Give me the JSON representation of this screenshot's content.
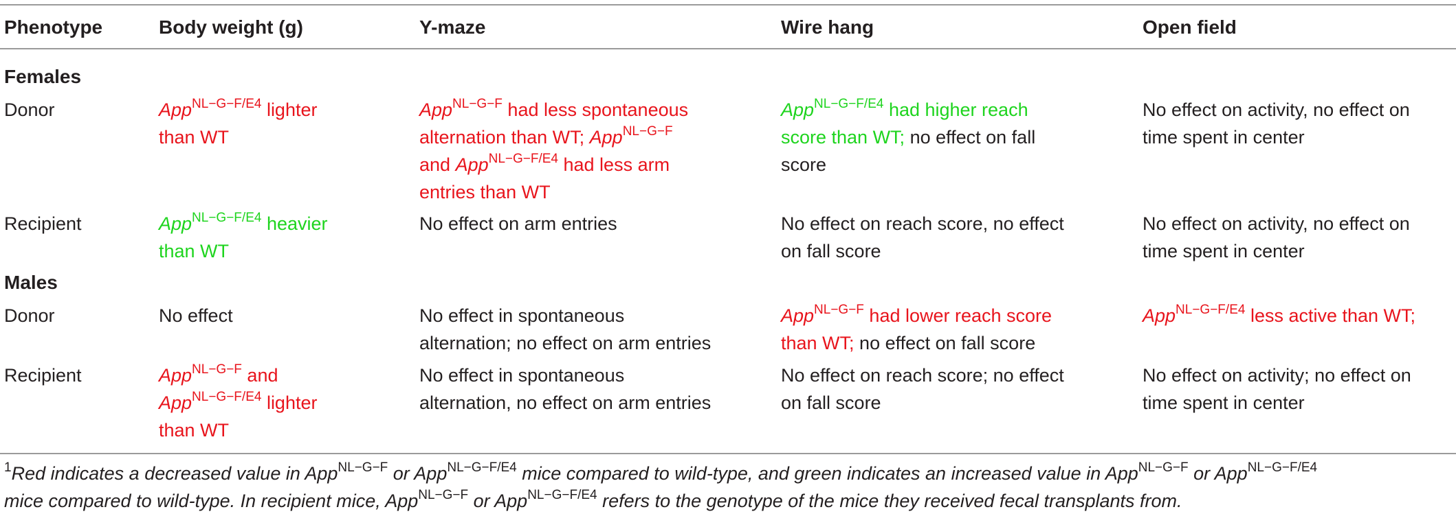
{
  "table": {
    "headers": [
      "Phenotype",
      "Body weight (g)",
      "Y-maze",
      "Wire hang",
      "Open field"
    ],
    "groups": {
      "females": "Females",
      "males": "Males"
    },
    "gene": "App",
    "sup_ngf": "NL−G−F",
    "sup_ngf_e4": "NL−G−F/E4",
    "rows": {
      "f_donor": {
        "label": "Donor",
        "bw_l1_b": " lighter",
        "bw_l2": "than WT",
        "ym_l1_b": " had less spontaneous",
        "ym_l2_a": "alternation than WT; ",
        "ym_l3_a": "and ",
        "ym_l3_c": " had less arm",
        "ym_l4": "entries than WT",
        "wh_l1_b": " had higher reach",
        "wh_l2_a": "score than WT;",
        "wh_l2_b": " no effect on fall",
        "wh_l3": "score",
        "of_l1": "No effect on activity, no effect on",
        "of_l2": "time spent in center"
      },
      "f_recipient": {
        "label": "Recipient",
        "bw_l1_b": " heavier",
        "bw_l2": "than WT",
        "ym_l1": "No effect on arm entries",
        "wh_l1": "No effect on reach score, no effect",
        "wh_l2": "on fall score",
        "of_l1": "No effect on activity, no effect on",
        "of_l2": "time spent in center"
      },
      "m_donor": {
        "label": "Donor",
        "bw_l1": "No effect",
        "ym_l1": "No effect in spontaneous",
        "ym_l2": "alternation; no effect on arm entries",
        "wh_l1_b": " had lower reach score",
        "wh_l2_a": "than WT;",
        "wh_l2_b": " no effect on fall score",
        "of_l1_b": " less active than WT;"
      },
      "m_recipient": {
        "label": "Recipient",
        "bw_l1_b": " and",
        "bw_l2_b": " lighter",
        "bw_l3": "than WT",
        "ym_l1": "No effect in spontaneous",
        "ym_l2": "alternation, no effect on arm entries",
        "wh_l1": "No effect on reach score; no effect",
        "wh_l2": "on fall score",
        "of_l1": "No effect on activity; no effect on",
        "of_l2": "time spent in center"
      }
    }
  },
  "footnote": {
    "marker": "1",
    "l1_a": "Red indicates a decreased value in ",
    "l1_b": " or ",
    "l1_c": " mice compared to wild-type, and green indicates an increased value in ",
    "l1_d": " or ",
    "l2_a": "mice compared to wild-type. In recipient mice, ",
    "l2_b": " or ",
    "l2_c": " refers to the genotype of the mice they received fecal transplants from."
  },
  "colors": {
    "decrease": "#e8141c",
    "increase": "#1ed41e",
    "rule": "#9a9a9a"
  }
}
